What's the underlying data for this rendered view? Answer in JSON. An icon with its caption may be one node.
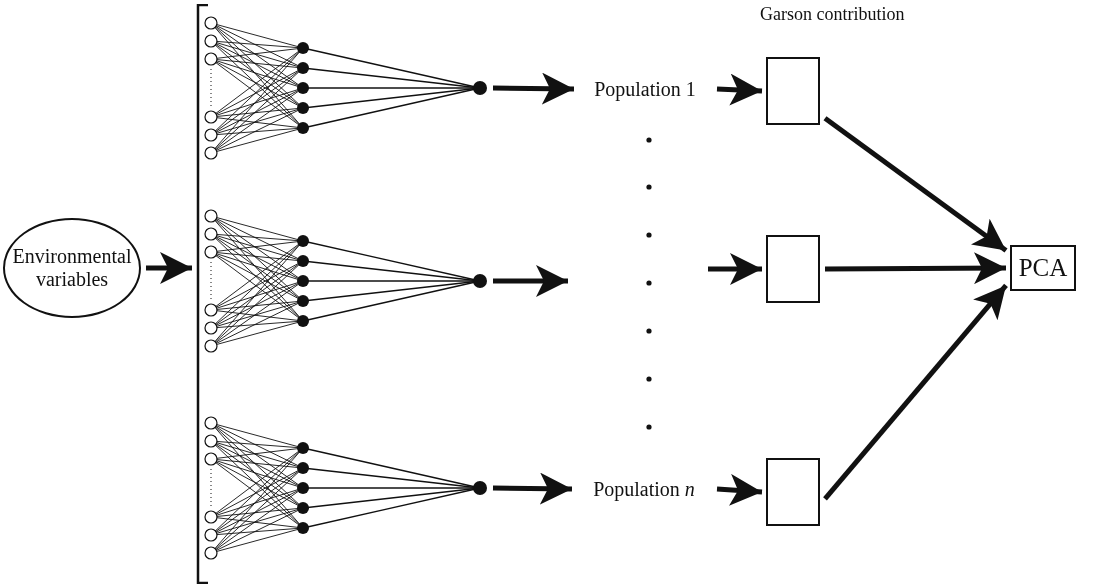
{
  "diagram": {
    "nodes": [
      {
        "text": [
          "Environmental variables"
        ]
      },
      {
        "text": [],
        "shape": "bracket"
      },
      {
        "text": [],
        "shape": "picture"
      },
      {
        "text": [],
        "shape": "picture"
      },
      {
        "text": [],
        "shape": "picture"
      },
      {
        "text": [
          "Population 1"
        ]
      },
      {
        "text": [
          "Population *n*"
        ]
      },
      {
        "text": [],
        "shape": "box"
      },
      {
        "text": [],
        "shape": "box"
      },
      {
        "text": [],
        "shape": "box"
      },
      {
        "text": [
          "PCA"
        ]
      }
    ],
    "edges": [
      {
        "from": 0,
        "to": 1,
        "arrow": "to"
      },
      {
        "from": 2,
        "to": 5,
        "arrow": "to"
      },
      {
        "from": 3,
        "to": null,
        "arrow": "to"
      },
      {
        "from": 4,
        "to": 6,
        "arrow": "to"
      },
      {
        "from": 5,
        "to": 7,
        "arrow": "to"
      },
      {
        "from": null,
        "to": 8,
        "arrow": "to"
      },
      {
        "from": 6,
        "to": 9,
        "arrow": "to"
      },
      {
        "from": 7,
        "to": 10,
        "arrow": "to"
      },
      {
        "from": 8,
        "to": 10,
        "arrow": "to"
      },
      {
        "from": 9,
        "to": 10,
        "arrow": "to"
      }
    ],
    "labels": [
      "Garson contribution"
    ]
  }
}
